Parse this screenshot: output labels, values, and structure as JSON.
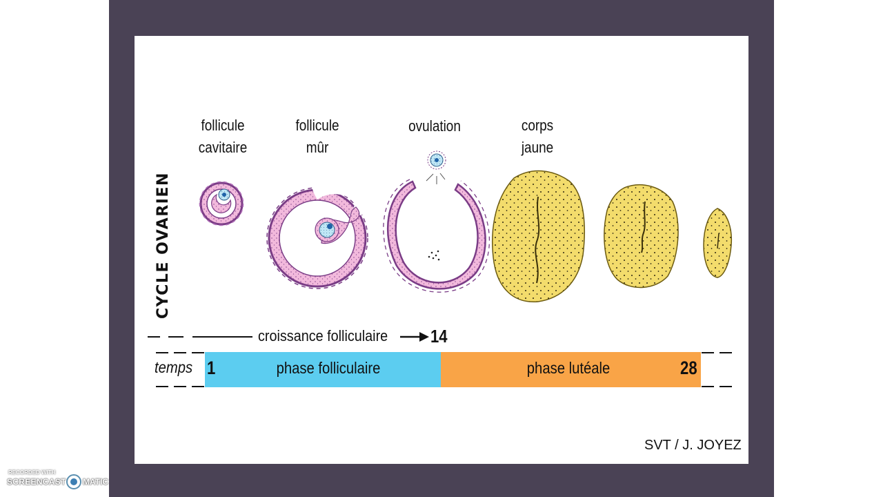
{
  "title": "CYCLE OVARIEN",
  "stages": {
    "cavitaire": [
      "follicule",
      "cavitaire"
    ],
    "mur": [
      "follicule",
      "mûr"
    ],
    "ovulation": "ovulation",
    "corps_jaune": [
      "corps",
      "jaune"
    ]
  },
  "timeline": {
    "growth_label": "croissance folliculaire",
    "ovulation_day": "14",
    "axis_label": "temps",
    "start_day": "1",
    "end_day": "28",
    "phase_follicular": "phase folliculaire",
    "phase_luteal": "phase lutéale"
  },
  "colors": {
    "follicular": "#5ccdf0",
    "luteal": "#f9a447",
    "follicle_pink": "#f2b9dc",
    "follicle_border": "#7a3c86",
    "corpus_yellow": "#f3dc6c",
    "frame": "#4a4255"
  },
  "credit": "SVT / J. JOYEZ",
  "watermark": {
    "recorded": "RECORDED WITH",
    "brand_left": "SCREENCAST",
    "brand_right": "MATIC",
    "logo_icon": "screencast-o-matic-logo-icon"
  }
}
